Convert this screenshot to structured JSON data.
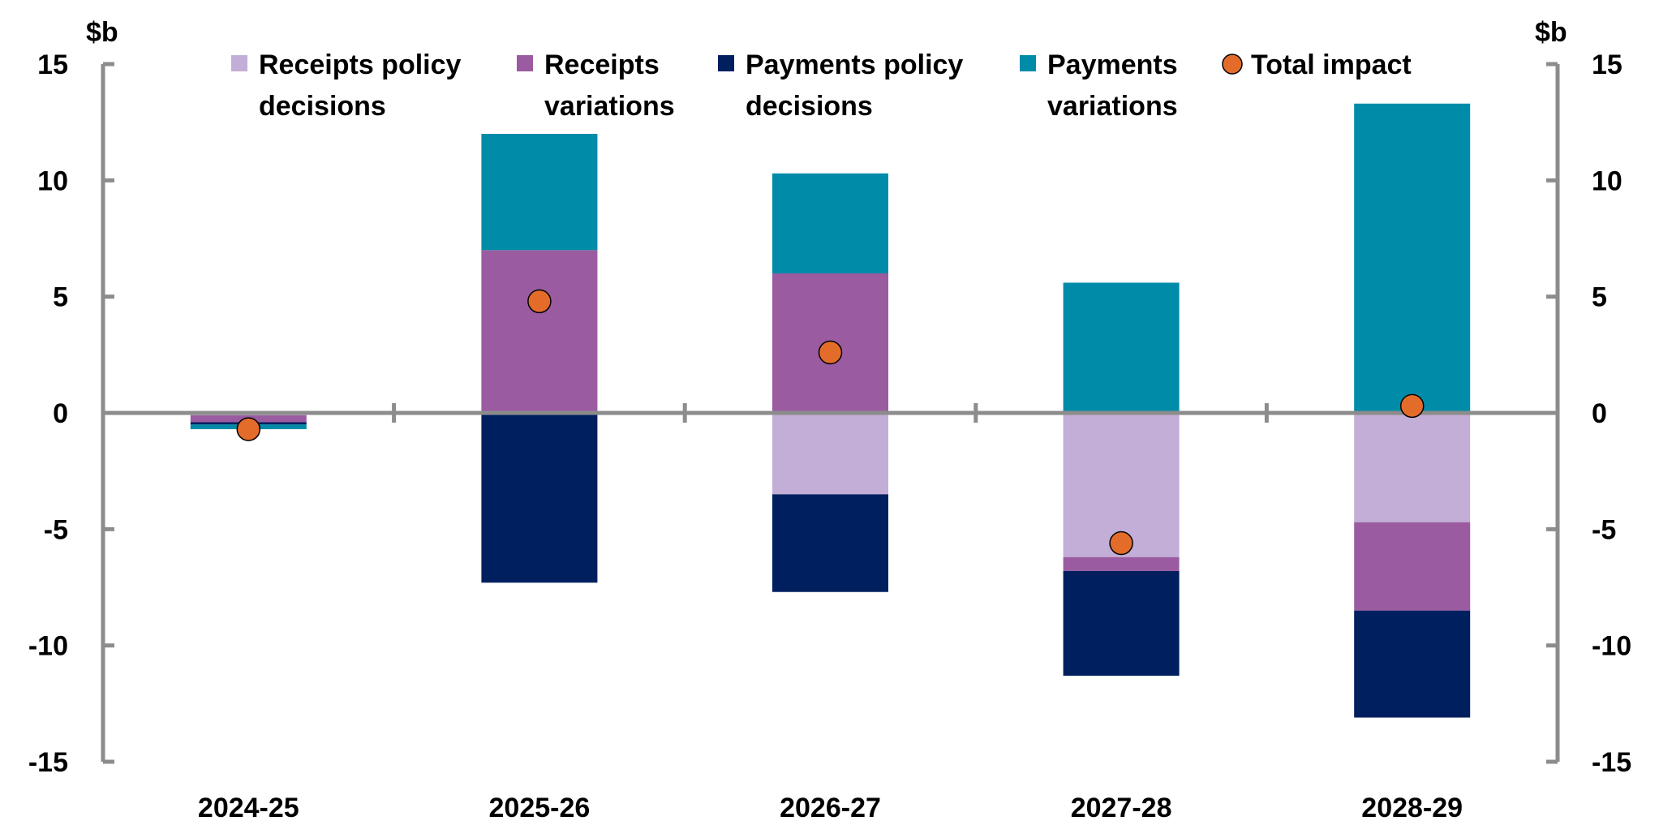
{
  "chart_data": {
    "type": "bar",
    "stacked": true,
    "unit_left": "$b",
    "unit_right": "$b",
    "categories": [
      "2024-25",
      "2025-26",
      "2026-27",
      "2027-28",
      "2028-29"
    ],
    "ylim": [
      -15,
      15
    ],
    "yticks": [
      "15",
      "10",
      "5",
      "0",
      "-5",
      "-10",
      "-15"
    ],
    "ytick_values": [
      15,
      10,
      5,
      0,
      -5,
      -10,
      -15
    ],
    "series": [
      {
        "name": "Receipts policy decisions",
        "color": "#c2aed6",
        "values": [
          -0.1,
          0,
          -3.5,
          -6.2,
          -4.7
        ]
      },
      {
        "name": "Receipts variations",
        "color": "#9b5ba1",
        "values": [
          -0.3,
          7.0,
          6.0,
          -0.6,
          -3.8
        ]
      },
      {
        "name": "Payments policy decisions",
        "color": "#001f5f",
        "values": [
          -0.1,
          -7.3,
          -4.2,
          -4.5,
          -4.6
        ]
      },
      {
        "name": "Payments variations",
        "color": "#008ba8",
        "values": [
          -0.2,
          5.0,
          4.3,
          5.6,
          13.3
        ]
      }
    ],
    "total_impact": {
      "name": "Total impact",
      "color": "#e46c2a",
      "values": [
        -0.7,
        4.8,
        2.6,
        -5.6,
        0.3
      ]
    },
    "legend_lines": [
      [
        "Receipts policy",
        "decisions"
      ],
      [
        "Receipts",
        "variations"
      ],
      [
        "Payments policy",
        "decisions"
      ],
      [
        "Payments",
        "variations"
      ],
      [
        "Total impact"
      ]
    ],
    "legend_position": "top",
    "grid": false
  }
}
